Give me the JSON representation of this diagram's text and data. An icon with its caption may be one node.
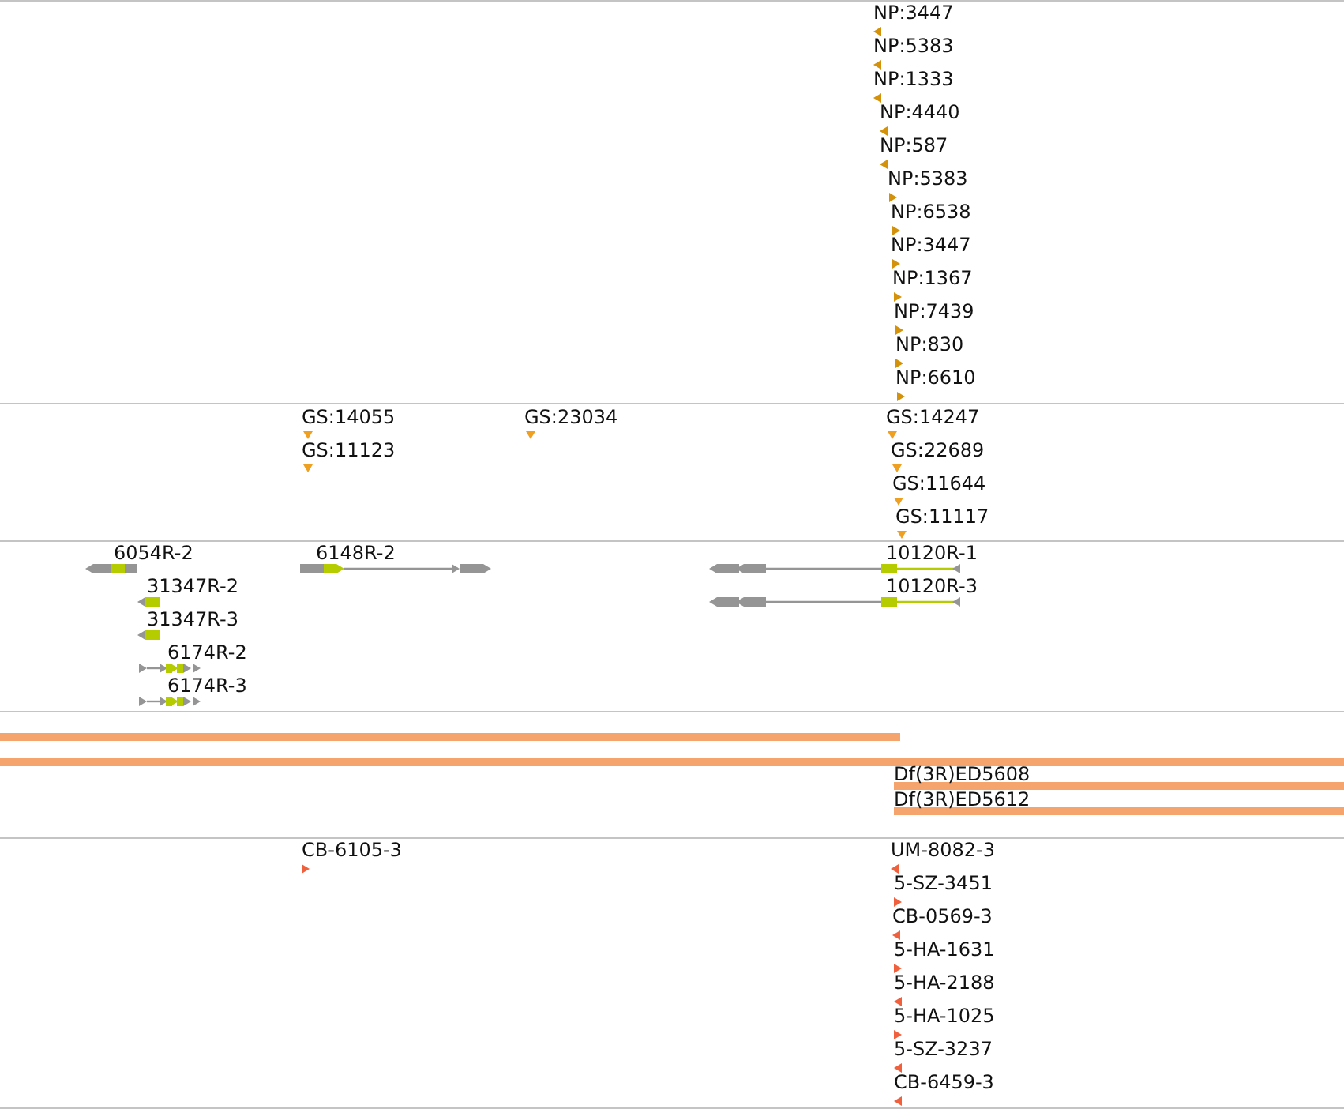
{
  "diagram": {
    "labels": [
      "NP:3447",
      "NP:5383",
      "NP:1333",
      "NP:4440",
      "NP:587",
      "NP:5383",
      "NP:6538",
      "NP:3447",
      "NP:1367",
      "NP:7439",
      "NP:830",
      "NP:6610",
      "GS:14055",
      "GS:23034",
      "GS:14247",
      "GS:11123",
      "GS:22689",
      "GS:11644",
      "GS:11117",
      "6054R-2",
      "6148R-2",
      "10120R-1",
      "31347R-2",
      "10120R-3",
      "31347R-3",
      "6174R-2",
      "6174R-3",
      "Df(3R)ED5608",
      "Df(3R)ED5612",
      "CB-6105-3",
      "UM-8082-3",
      "5-SZ-3451",
      "CB-0569-3",
      "5-HA-1631",
      "5-HA-2188",
      "5-HA-1025",
      "5-SZ-3237",
      "CB-6459-3"
    ]
  }
}
